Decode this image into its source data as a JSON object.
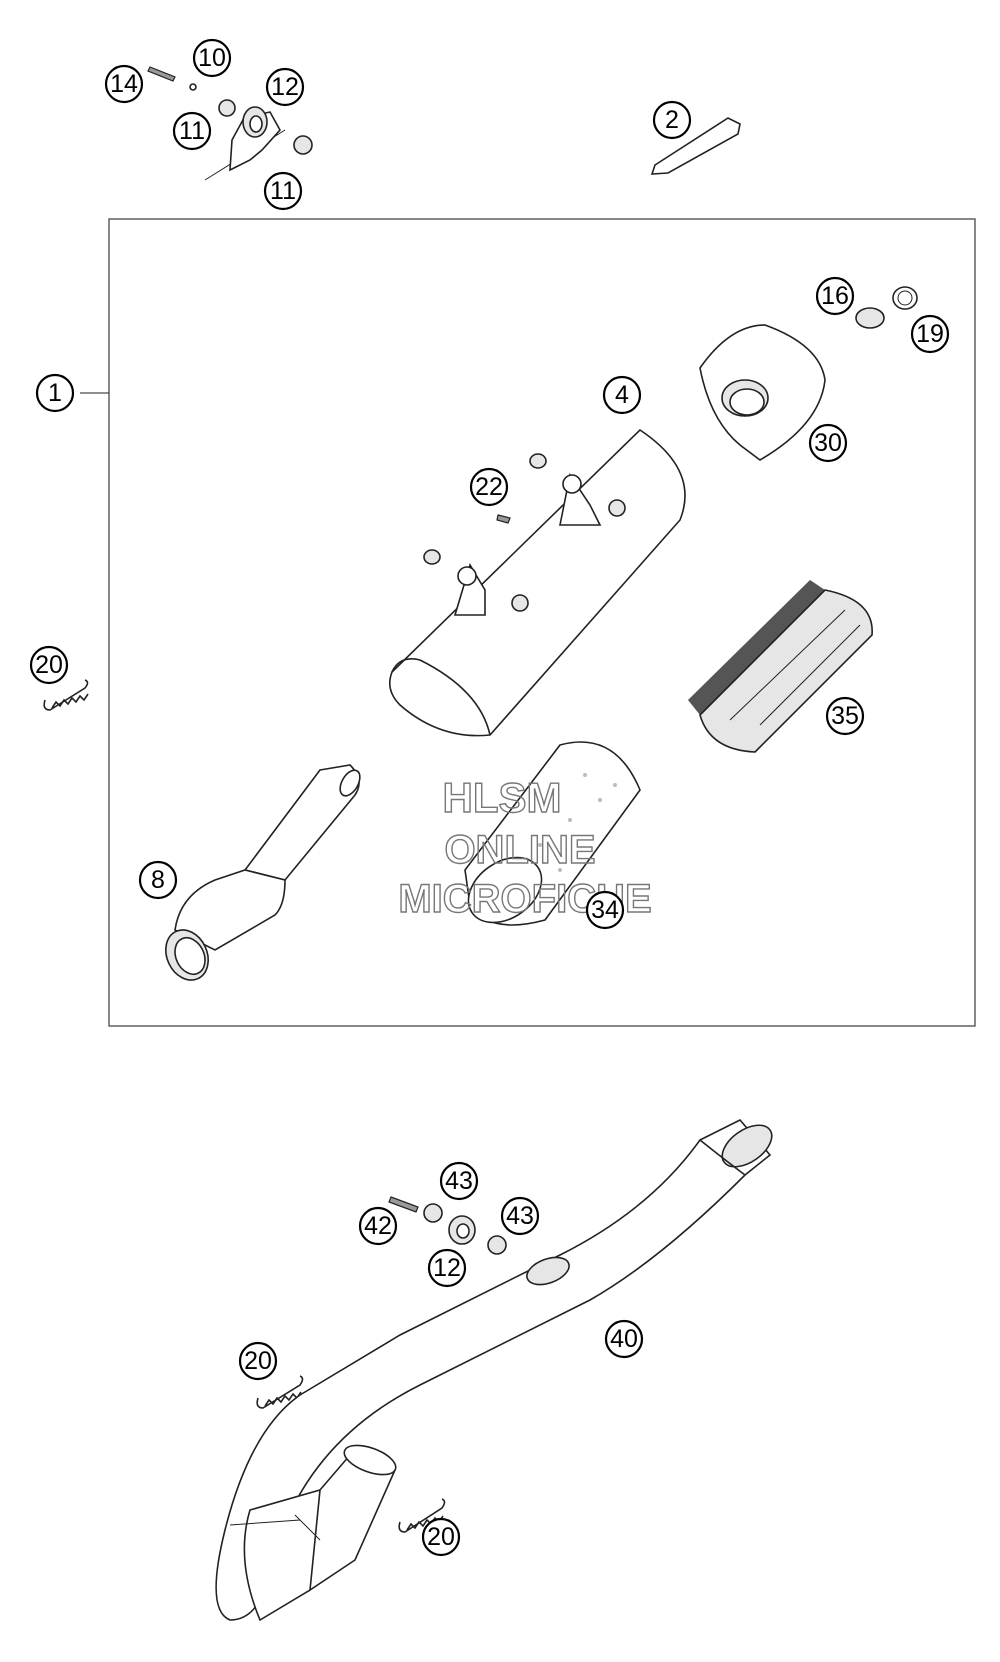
{
  "watermark": {
    "line1": "HLSM",
    "line2": "ONLINE",
    "line3": "MICROFICHE"
  },
  "callouts": {
    "c1": "1",
    "c2": "2",
    "c4": "4",
    "c8": "8",
    "c10": "10",
    "c11a": "11",
    "c11b": "11",
    "c12a": "12",
    "c12b": "12",
    "c14": "14",
    "c16": "16",
    "c19": "19",
    "c20a": "20",
    "c20b": "20",
    "c20c": "20",
    "c22": "22",
    "c30": "30",
    "c34": "34",
    "c35": "35",
    "c40": "40",
    "c42": "42",
    "c43a": "43",
    "c43b": "43"
  }
}
